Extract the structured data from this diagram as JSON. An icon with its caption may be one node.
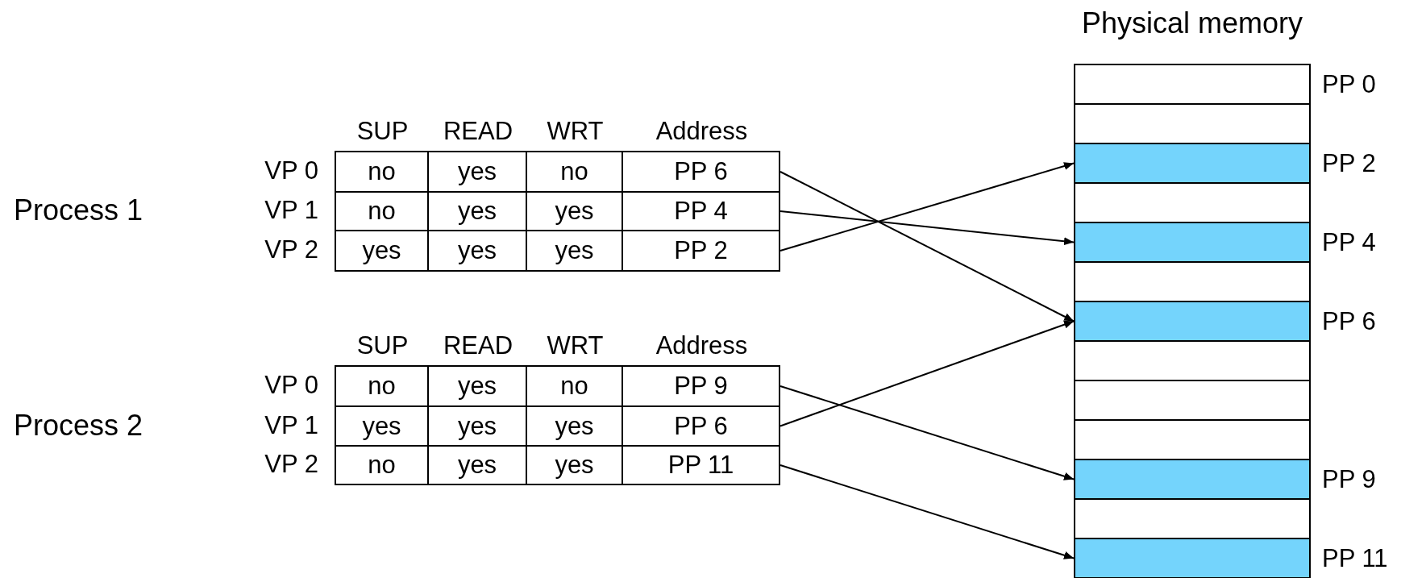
{
  "diagram": {
    "nodes": [
      {
        "text": [
          "PP 6"
        ]
      },
      {
        "text": [
          "PP 4"
        ]
      },
      {
        "text": [
          "PP 2"
        ]
      },
      {
        "text": [
          "PP 9"
        ]
      },
      {
        "text": [
          "PP 6"
        ]
      },
      {
        "text": [
          "PP 11"
        ]
      },
      {
        "text": [
          "Physical memory"
        ]
      },
      {
        "text": [],
        "shape": "box",
        "in": 6,
        "beside": [
          "PP 0"
        ]
      },
      {
        "text": [],
        "shape": "box",
        "in": 6
      },
      {
        "text": [],
        "shape": "box",
        "in": 6,
        "beside": [
          "PP 2"
        ]
      },
      {
        "text": [],
        "shape": "box",
        "in": 6
      },
      {
        "text": [],
        "shape": "box",
        "in": 6,
        "beside": [
          "PP 4"
        ]
      },
      {
        "text": [],
        "shape": "box",
        "in": 6
      },
      {
        "text": [],
        "shape": "box",
        "in": 6,
        "beside": [
          "PP 6"
        ]
      },
      {
        "text": [],
        "shape": "box",
        "in": 6
      },
      {
        "text": [],
        "shape": "box",
        "in": 6
      },
      {
        "text": [],
        "shape": "box",
        "in": 6
      },
      {
        "text": [],
        "shape": "box",
        "in": 6,
        "beside": [
          "PP 9"
        ]
      },
      {
        "text": [],
        "shape": "box",
        "in": 6
      },
      {
        "text": [],
        "shape": "box",
        "in": 6,
        "beside": [
          "PP 11"
        ]
      }
    ],
    "edges": [
      {
        "from": 0,
        "to": 13,
        "arrow": "to"
      },
      {
        "from": 1,
        "to": 11,
        "arrow": "to"
      },
      {
        "from": 2,
        "to": 9,
        "arrow": "to"
      },
      {
        "from": 3,
        "to": 17,
        "arrow": "to"
      },
      {
        "from": 4,
        "to": 13,
        "arrow": "to"
      },
      {
        "from": 5,
        "to": 19,
        "arrow": "to"
      }
    ],
    "labels": [
      "SUP",
      "READ",
      "WRT",
      "Address",
      "VP 0",
      "no",
      "yes",
      "no",
      "Process 1",
      "VP 1",
      "no",
      "yes",
      "yes",
      "VP 2",
      "yes",
      "yes",
      "yes",
      "SUP",
      "READ",
      "WRT",
      "Address",
      "VP 0",
      "no",
      "yes",
      "no",
      "Process 2",
      "VP 1",
      "yes",
      "yes",
      "yes",
      "VP 2",
      "no",
      "yes",
      "yes"
    ]
  }
}
